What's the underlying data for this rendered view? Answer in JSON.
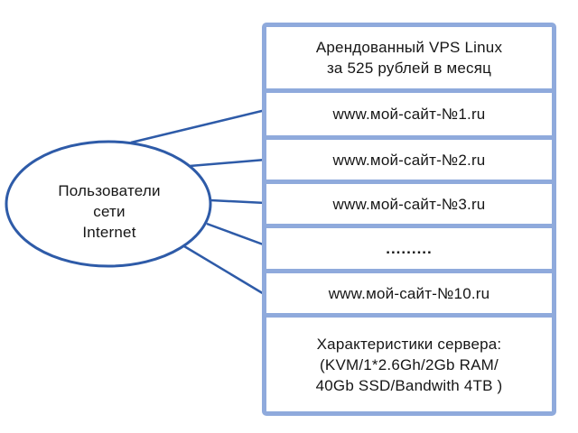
{
  "ellipse": {
    "label": "Пользователи\nсети\nInternet"
  },
  "server_stack": {
    "title": "Арендованный VPS Linux\nза 525 рублей в месяц",
    "sites": [
      "www.мой-сайт-№1.ru",
      "www.мой-сайт-№2.ru",
      "www.мой-сайт-№3.ru",
      ".........",
      "www.мой-сайт-№10.ru"
    ],
    "specs": "Характеристики сервера:\n(KVM/1*2.6Gh/2Gb RAM/\n40Gb SSD/Bandwith 4TB )"
  },
  "connections": {
    "count": 5,
    "from": "Пользователи сети Internet",
    "to": [
      "www.мой-сайт-№1.ru",
      "www.мой-сайт-№2.ru",
      "www.мой-сайт-№3.ru",
      ".........",
      "www.мой-сайт-№10.ru"
    ]
  },
  "colors": {
    "box_border_light": "#8FAADC",
    "line_dark_blue": "#2E5BA8",
    "text": "#161616",
    "background": "#FFFFFF"
  }
}
